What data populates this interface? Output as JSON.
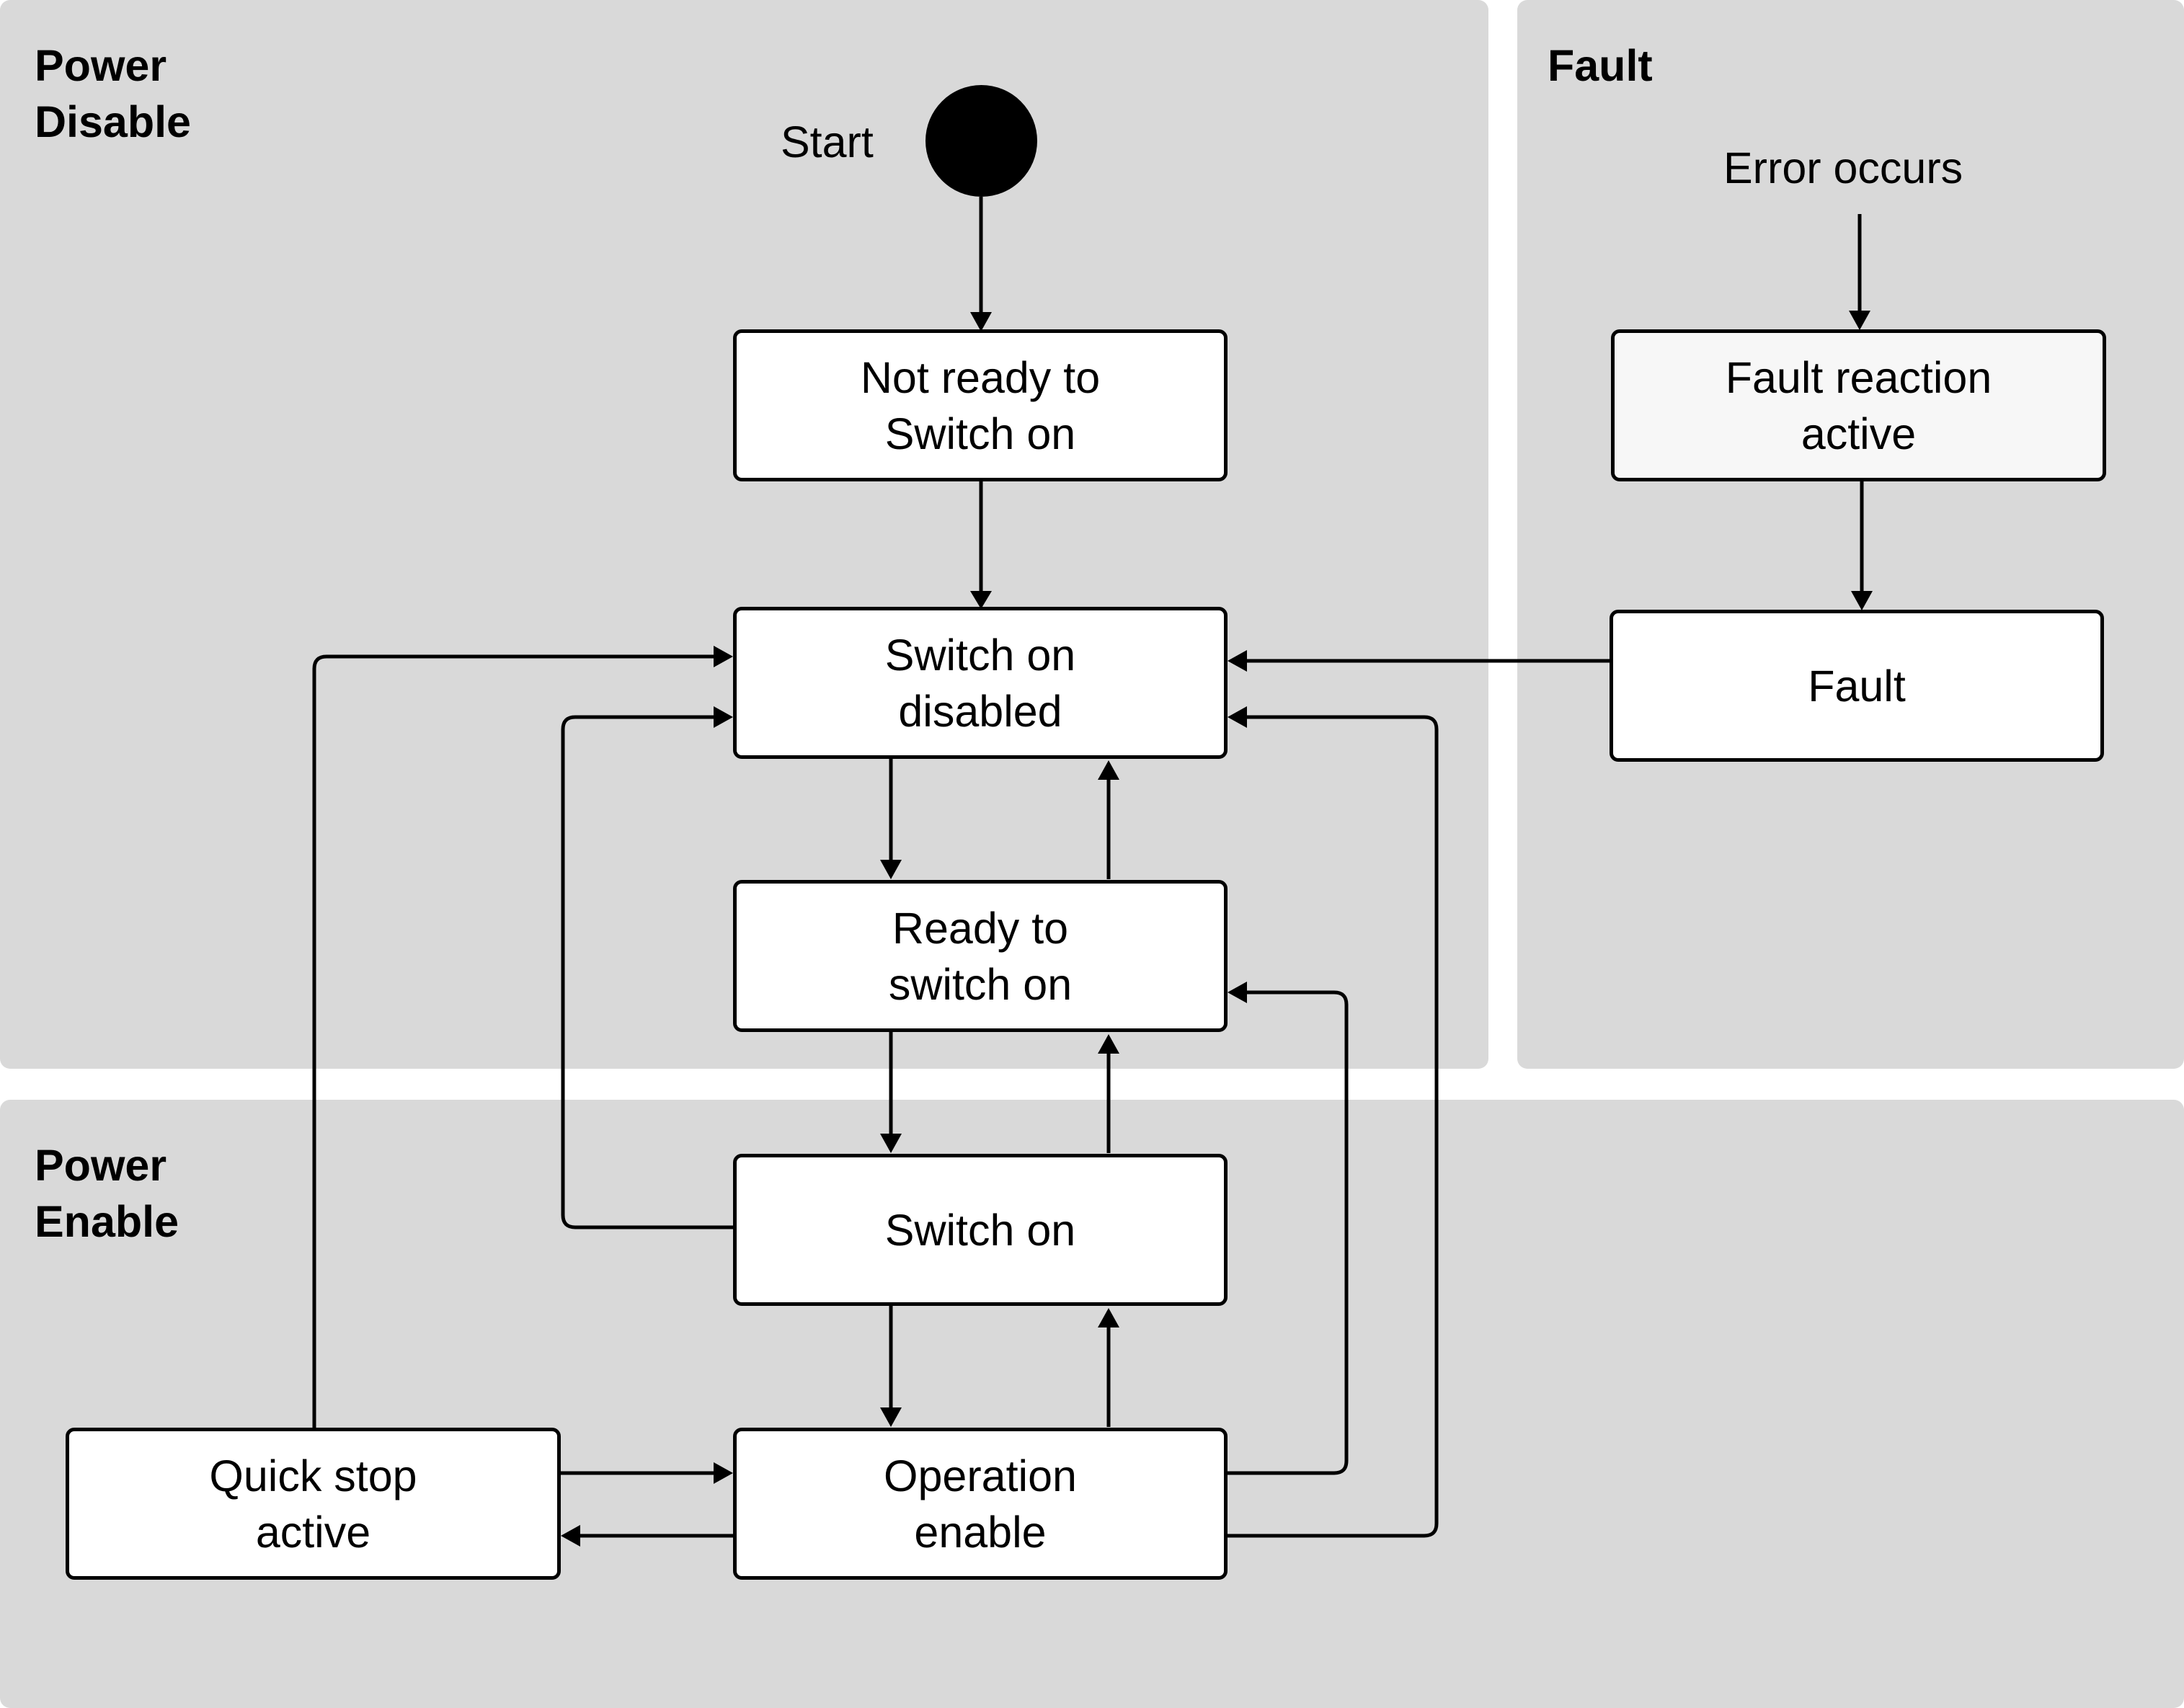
{
  "regions": {
    "power_disable": {
      "title": "Power\nDisable"
    },
    "fault": {
      "title": "Fault"
    },
    "power_enable": {
      "title": "Power\nEnable"
    }
  },
  "labels": {
    "start": "Start",
    "error_occurs": "Error occurs"
  },
  "states": {
    "not_ready": "Not ready to\nSwitch on",
    "switch_on_disabled": "Switch on\ndisabled",
    "ready_to_switch_on": "Ready to\nswitch on",
    "switch_on": "Switch on",
    "operation_enable": "Operation\nenable",
    "quick_stop_active": "Quick stop\nactive",
    "fault_reaction_active": "Fault reaction\nactive",
    "fault": "Fault"
  },
  "transitions": [
    {
      "from": "Start",
      "to": "Not ready to Switch on"
    },
    {
      "from": "Not ready to Switch on",
      "to": "Switch on disabled"
    },
    {
      "from": "Switch on disabled",
      "to": "Ready to switch on"
    },
    {
      "from": "Ready to switch on",
      "to": "Switch on disabled"
    },
    {
      "from": "Ready to switch on",
      "to": "Switch on"
    },
    {
      "from": "Switch on",
      "to": "Ready to switch on"
    },
    {
      "from": "Switch on",
      "to": "Operation enable"
    },
    {
      "from": "Operation enable",
      "to": "Switch on"
    },
    {
      "from": "Switch on",
      "to": "Switch on disabled"
    },
    {
      "from": "Quick stop active",
      "to": "Switch on disabled"
    },
    {
      "from": "Quick stop active",
      "to": "Operation enable"
    },
    {
      "from": "Operation enable",
      "to": "Quick stop active"
    },
    {
      "from": "Operation enable",
      "to": "Ready to switch on"
    },
    {
      "from": "Operation enable",
      "to": "Switch on disabled"
    },
    {
      "from": "Error occurs",
      "to": "Fault reaction active"
    },
    {
      "from": "Fault reaction active",
      "to": "Fault"
    },
    {
      "from": "Fault",
      "to": "Switch on disabled"
    }
  ]
}
